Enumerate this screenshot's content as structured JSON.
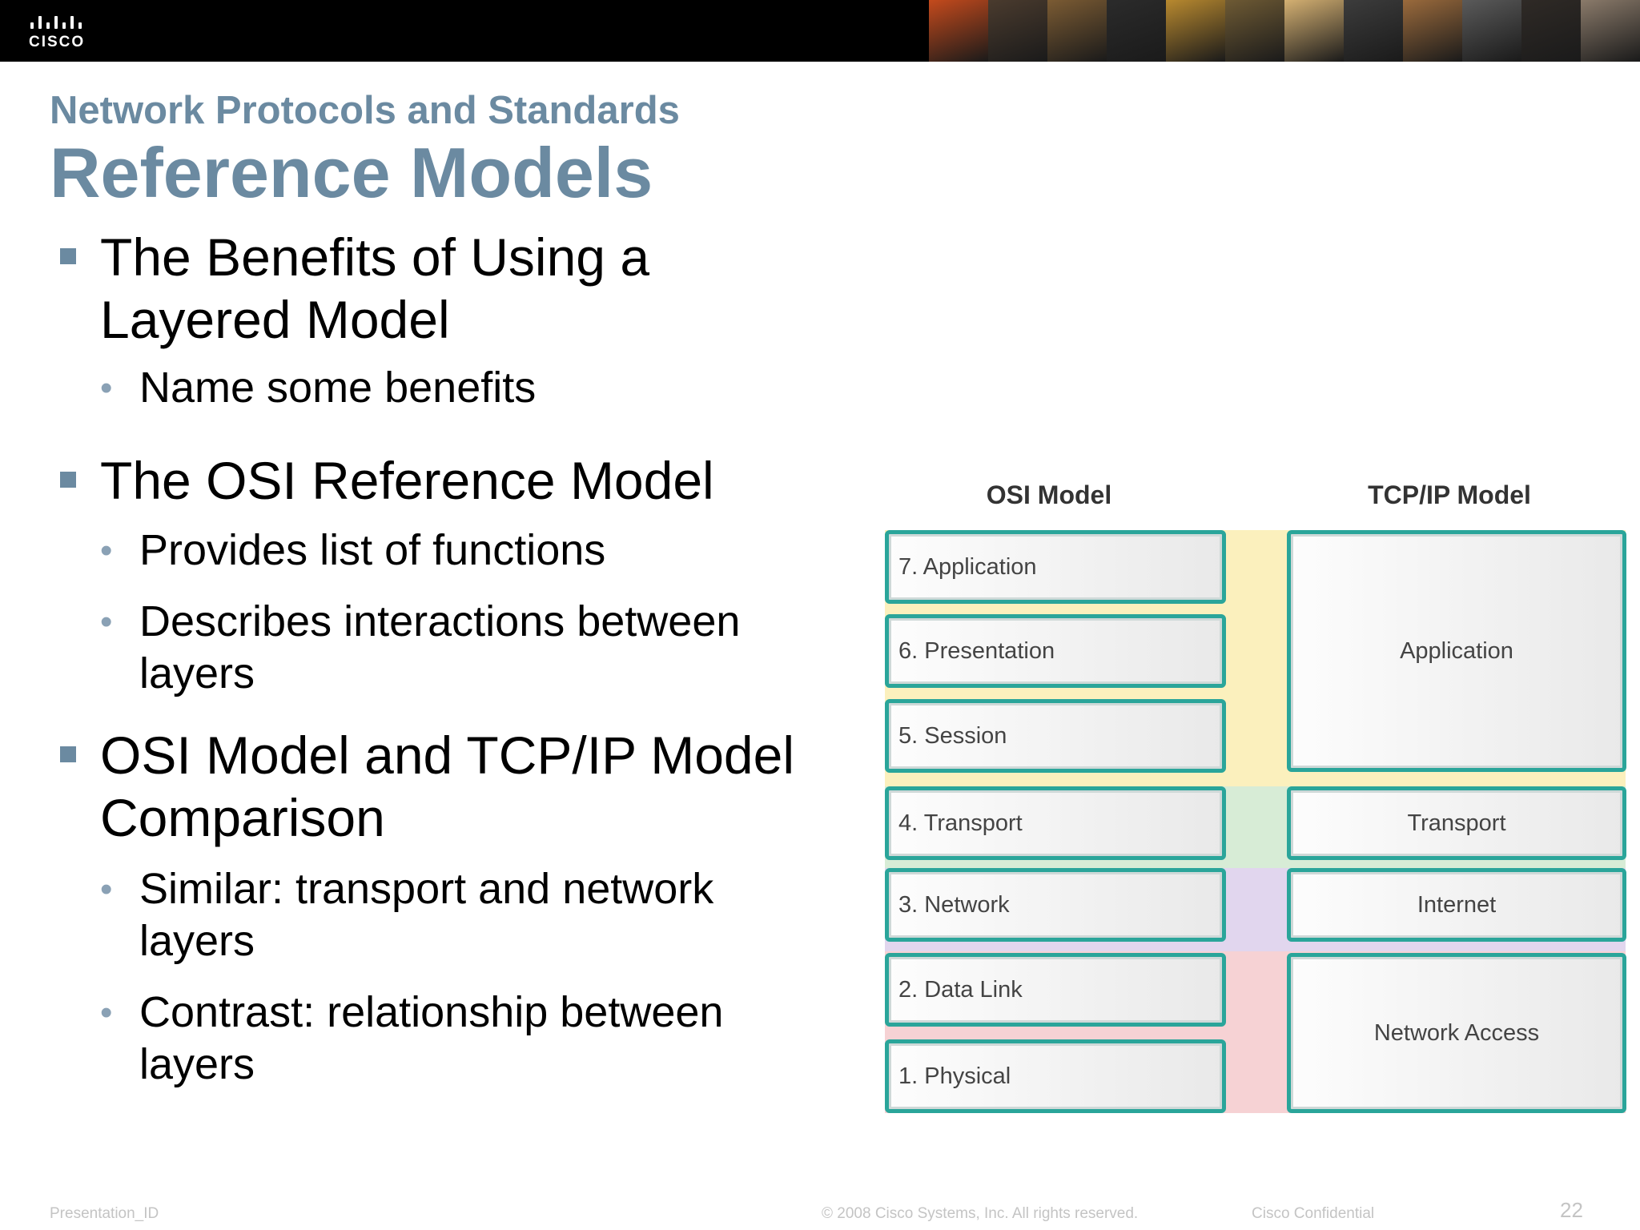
{
  "header": {
    "logo_text": "CISCO",
    "photo_colors": [
      "#c44a1c",
      "#4a3b2e",
      "#7b5b33",
      "#2b2b2b",
      "#b8892f",
      "#6e5a34",
      "#d4b072",
      "#3c3c3c",
      "#9a6a3c",
      "#5a5a5a",
      "#2f2a26",
      "#8a7a6a"
    ]
  },
  "slide": {
    "subtitle": "Network Protocols and Standards",
    "title": "Reference Models"
  },
  "bullets": [
    {
      "line1": "The Benefits of Using a",
      "line2": "Layered Model",
      "subs": [
        {
          "line1": "Name some benefits"
        }
      ]
    },
    {
      "line1": "The OSI Reference Model",
      "subs": [
        {
          "line1": "Provides list of functions"
        },
        {
          "line1": "Describes interactions between",
          "line2": "layers"
        }
      ]
    },
    {
      "line1": "OSI Model and TCP/IP Model",
      "line2": "Comparison",
      "subs": [
        {
          "line1": "Similar: transport and network",
          "line2": "layers"
        },
        {
          "line1": "Contrast: relationship between",
          "line2": "layers"
        }
      ]
    }
  ],
  "diagram": {
    "osi_header": "OSI Model",
    "tcp_header": "TCP/IP Model",
    "osi_layers": [
      "7. Application",
      "6. Presentation",
      "5. Session",
      "4. Transport",
      "3. Network",
      "2. Data Link",
      "1. Physical"
    ],
    "tcp_layers": [
      "Application",
      "Transport",
      "Internet",
      "Network Access"
    ],
    "band_colors": {
      "application": "#fbf0bd",
      "transport": "#d7ecd6",
      "network": "#e1d6ee",
      "physical": "#f6d2d4"
    },
    "box_border_color": "#2aa59a"
  },
  "footer": {
    "left": "Presentation_ID",
    "copyright": "© 2008 Cisco Systems, Inc. All rights reserved.",
    "confidential": "Cisco Confidential",
    "page_number": "22"
  }
}
